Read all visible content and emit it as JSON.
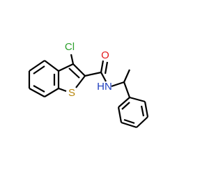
{
  "molecule": {
    "atoms": {
      "chlorine": "Cl",
      "oxygen": "O",
      "sulfur": "S",
      "amide_nh": "HN"
    },
    "colors": {
      "bond": "#000000",
      "chlorine": "#2ca02c",
      "oxygen": "#e31a1c",
      "sulfur": "#b8860b",
      "nitrogen": "#1f3fbf",
      "background": "#ffffff"
    }
  }
}
